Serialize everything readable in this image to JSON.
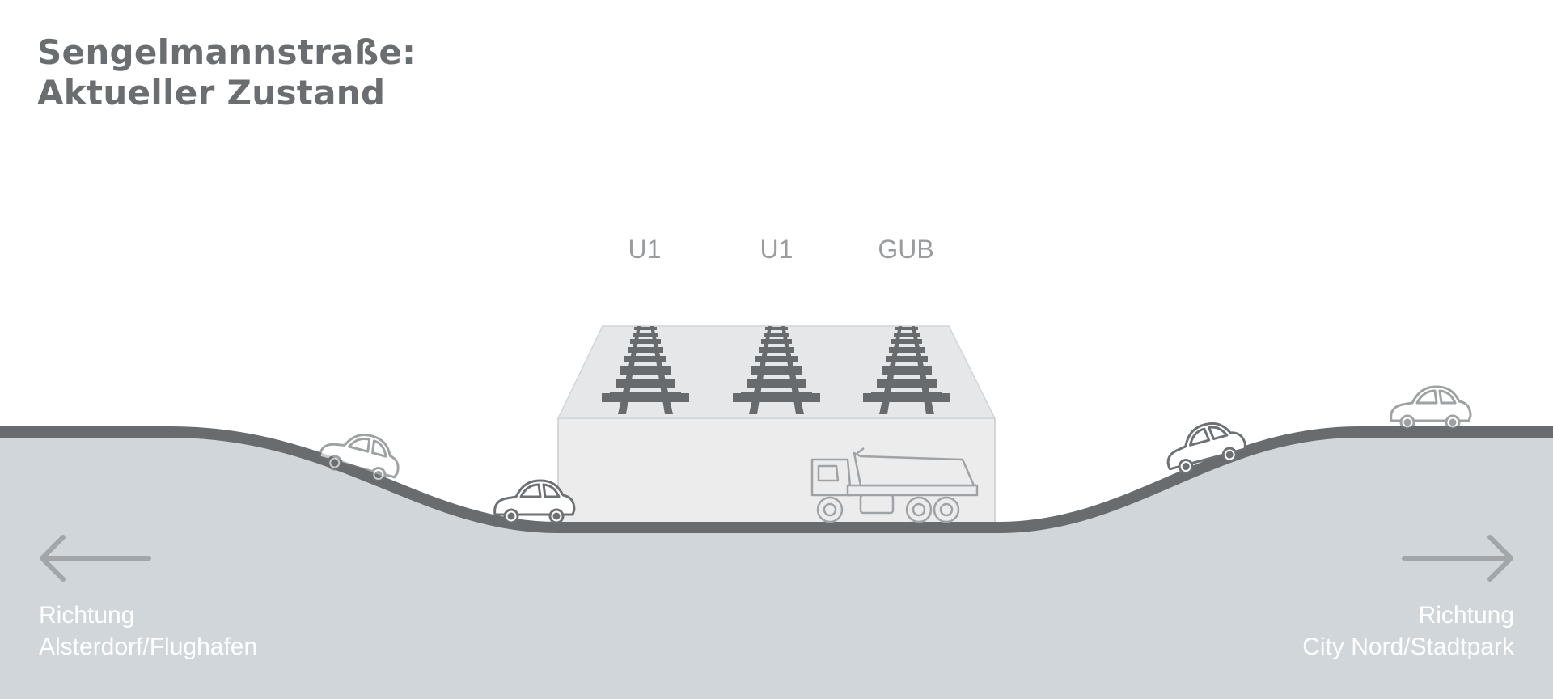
{
  "title": {
    "line1": "Sengelmannstraße:",
    "line2": "Aktueller Zustand"
  },
  "tracks": [
    {
      "label": "U1"
    },
    {
      "label": "U1"
    },
    {
      "label": "GUB"
    }
  ],
  "directions": {
    "left": {
      "line1": "Richtung",
      "line2": "Alsterdorf/Flughafen",
      "icon": "arrow-left-icon"
    },
    "right": {
      "line1": "Richtung",
      "line2": "City Nord/Stadtpark",
      "icon": "arrow-right-icon"
    }
  },
  "colors": {
    "ground": "#d1d6da",
    "road": "#686c6e",
    "bridge": "#ececed",
    "rail": "#676b6d",
    "label": "#9a9d9f",
    "title": "#6a6e70"
  }
}
